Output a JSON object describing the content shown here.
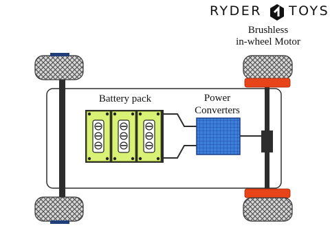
{
  "brand": {
    "left": "RYDER",
    "right": "TOYS",
    "mark": "hexagon-chevron-logo"
  },
  "labels": {
    "battery_pack": "Battery pack",
    "power_converters_line1": "Power",
    "power_converters_line2": "Converters",
    "motor_line1": "Brushless",
    "motor_line2": "in-wheel Motor"
  },
  "colors": {
    "battery_cell": "#d9f276",
    "converter": "#2e6fcf",
    "motor": "#e8441a",
    "wheel": "#cfcfcf",
    "axle": "#2d2d2d",
    "wire": "#2d2d2d"
  },
  "battery_cells": 3,
  "terminals_per_cell": 3
}
